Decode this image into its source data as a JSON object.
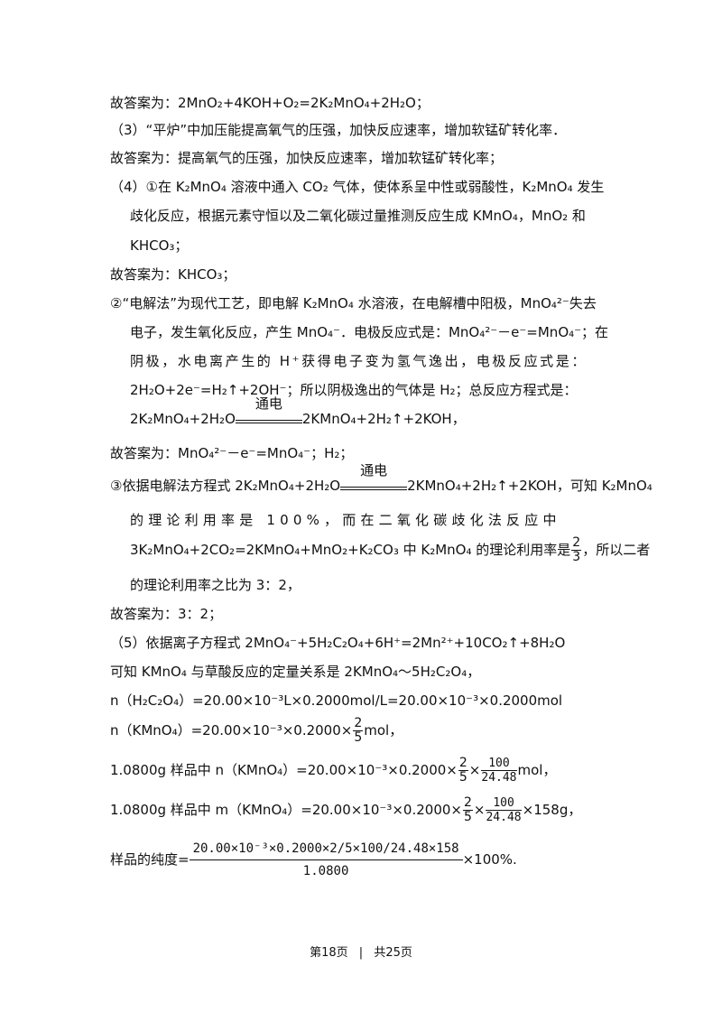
{
  "lines": {
    "l1": "故答案为：2MnO₂+4KOH+O₂=2K₂MnO₄+2H₂O；",
    "l2": "（3）“平炉”中加压能提高氧气的压强，加快反应速率，增加软锰矿转化率．",
    "l3": "故答案为：提高氧气的压强，加快反应速率，增加软锰矿转化率；",
    "l4": "（4）①在 K₂MnO₄ 溶液中通入 CO₂ 气体，使体系呈中性或弱酸性，K₂MnO₄ 发生",
    "l5": "歧化反应，根据元素守恒以及二氧化碳过量推测反应生成 KMnO₄，MnO₂ 和",
    "l6": "KHCO₃；",
    "l7": "故答案为：KHCO₃；",
    "l8": "②“电解法”为现代工艺，即电解 K₂MnO₄ 水溶液，在电解槽中阳极，MnO₄²⁻失去",
    "l9": "电子，发生氧化反应，产生 MnO₄⁻．电极反应式是：MnO₄²⁻－e⁻=MnO₄⁻；在",
    "l10": "阴极，水电离产生的 H⁺获得电子变为氢气逸出，电极反应式是：",
    "l11": "2H₂O+2e⁻=H₂↑+2OH⁻；所以阴极逸出的气体是 H₂；总反应方程式是：",
    "l12a": "2K₂MnO₄+2H₂O",
    "l12b": "2KMnO₄+2H₂↑+2KOH，",
    "l13": "故答案为：MnO₄²⁻－e⁻=MnO₄⁻；H₂；",
    "l14a": "③依据电解法方程式 2K₂MnO₄+2H₂O",
    "l14b": "2KMnO₄+2H₂↑+2KOH，可知 K₂MnO₄",
    "l15": "的理论利用率是 100%，而在二氧化碳歧化法反应中",
    "l16a": "3K₂MnO₄+2CO₂=2KMnO₄+MnO₂+K₂CO₃ 中 K₂MnO₄ 的理论利用率是",
    "l16b": "，所以二者",
    "l17": "的理论利用率之比为 3：2，",
    "l18": "故答案为：3：2；",
    "l19": "（5）依据离子方程式 2MnO₄⁻+5H₂C₂O₄+6H⁺=2Mn²⁺+10CO₂↑+8H₂O",
    "l20": "可知 KMnO₄ 与草酸反应的定量关系是 2KMnO₄～5H₂C₂O₄，",
    "l21": "n（H₂C₂O₄）=20.00×10⁻³L×0.2000mol/L=20.00×10⁻³×0.2000mol",
    "l22a": "n（KMnO₄）=20.00×10⁻³×0.2000×",
    "l22b": "mol，",
    "l23a": "1.0800g 样品中 n（KMnO₄）=20.00×10⁻³×0.2000×",
    "l23b": "×",
    "l23c": "mol，",
    "l24a": "1.0800g 样品中 m（KMnO₄）=20.00×10⁻³×0.2000×",
    "l24b": "×",
    "l24c": "×158g，",
    "l25a": "样品的纯度=",
    "l25b": "×100%."
  },
  "condition": "通电",
  "fractions": {
    "two_thirds": {
      "num": "2",
      "den": "3"
    },
    "two_fifths": {
      "num": "2",
      "den": "5"
    },
    "hundred_over": {
      "num": "100",
      "den": "24.48"
    },
    "purity": {
      "num": "20.00×10⁻³×0.2000×2/5×100/24.48×158",
      "den": "1.0800"
    }
  },
  "footer": {
    "page": "第18页",
    "sep": "|",
    "total": "共25页"
  }
}
